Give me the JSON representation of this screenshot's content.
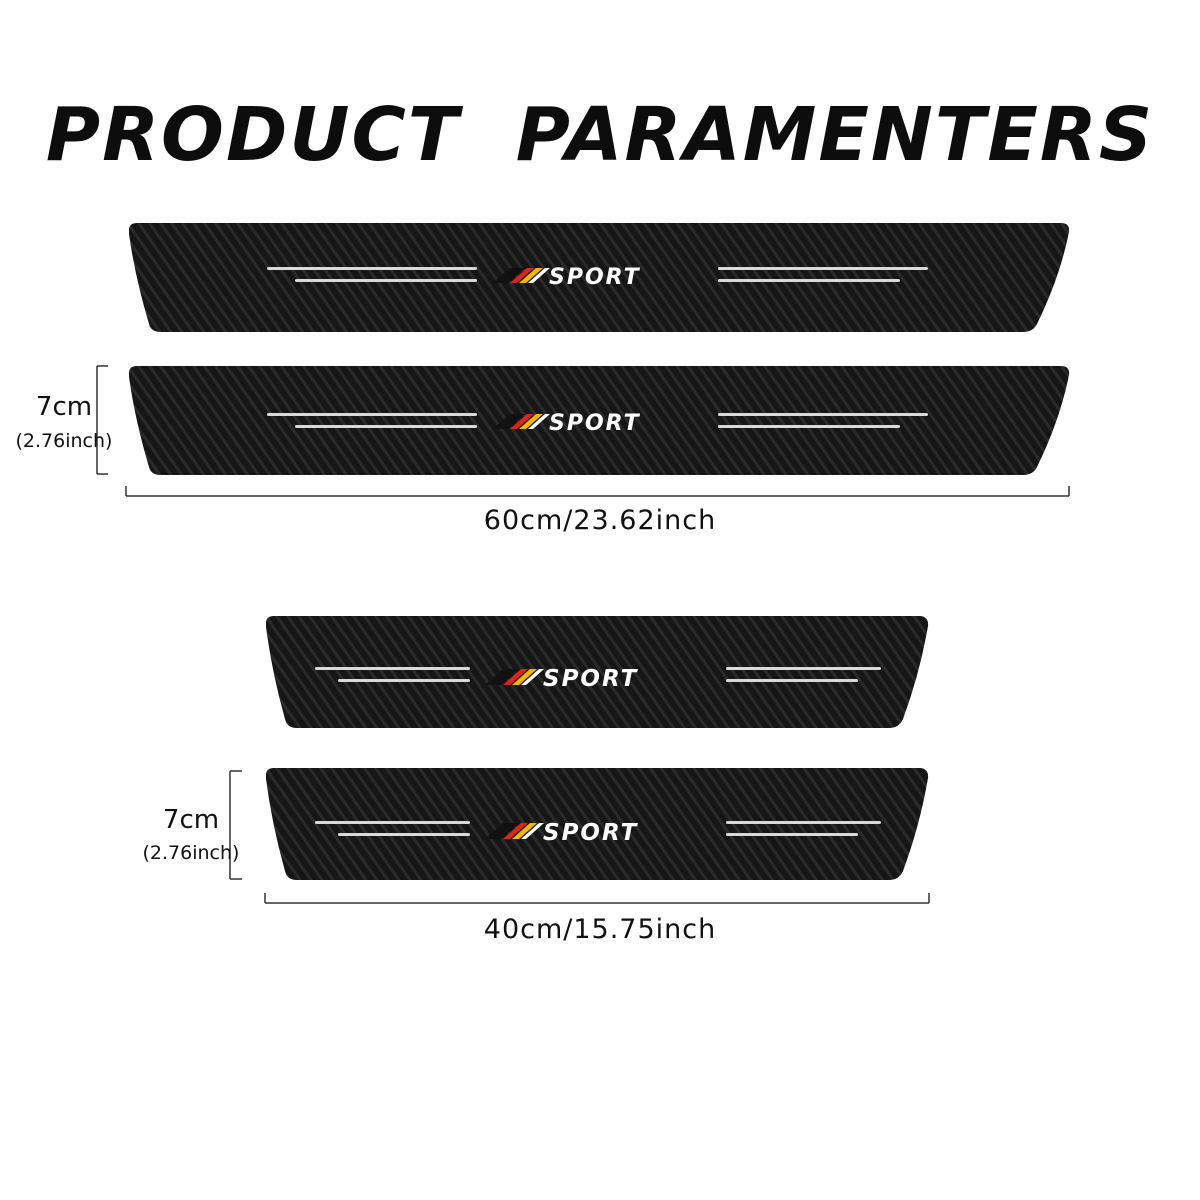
{
  "title": "PRODUCT  PARAMENTERS",
  "plate_logo_text": "SPORT",
  "colors": {
    "plate": "#161616",
    "stripe": "#d9d9d9",
    "flag_black": "#111111",
    "flag_red": "#d7261e",
    "flag_gold": "#f2b600"
  },
  "large_set": {
    "height_cm": "7cm",
    "height_in": "(2.76inch)",
    "width": "60cm/23.62inch"
  },
  "small_set": {
    "height_cm": "7cm",
    "height_in": "(2.76inch)",
    "width": "40cm/15.75inch"
  }
}
